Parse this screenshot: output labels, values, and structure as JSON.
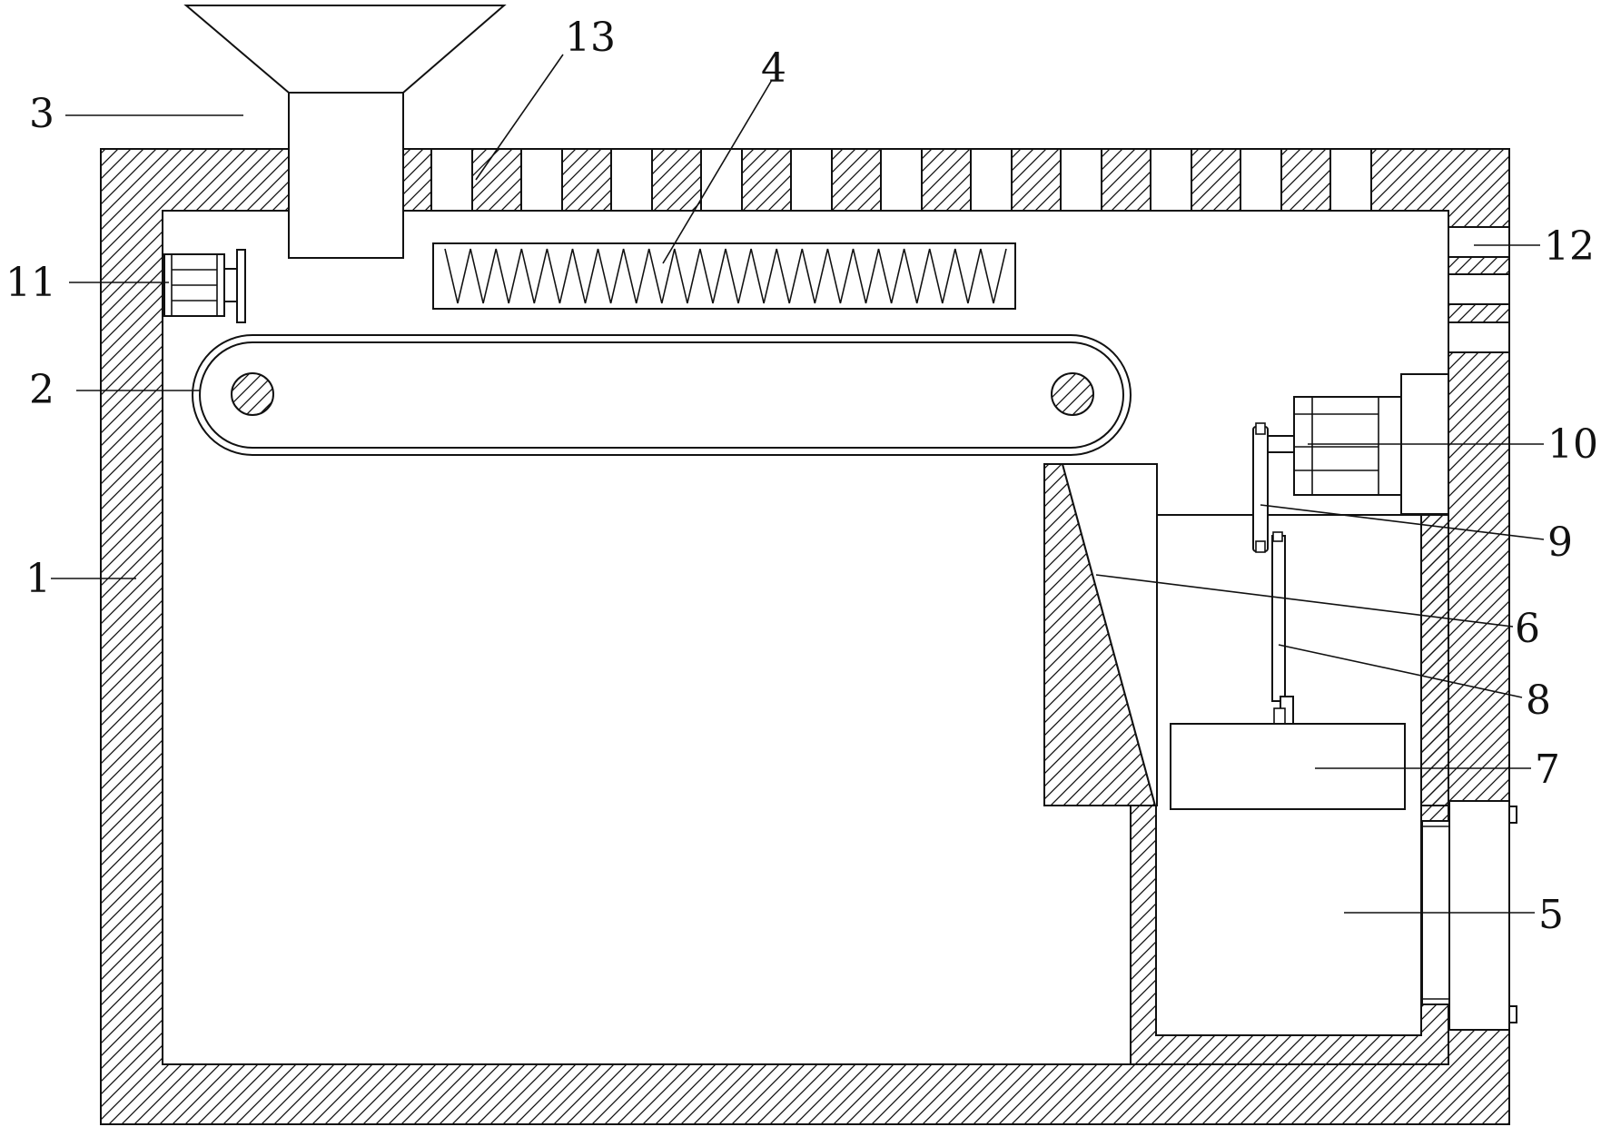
{
  "diagram": {
    "labels": {
      "l1": "1",
      "l2": "2",
      "l3": "3",
      "l4": "4",
      "l5": "5",
      "l6": "6",
      "l7": "7",
      "l8": "8",
      "l9": "9",
      "l10": "10",
      "l11": "11",
      "l12": "12",
      "l13": "13"
    },
    "colors": {
      "line": "#111111",
      "background": "#ffffff"
    }
  }
}
